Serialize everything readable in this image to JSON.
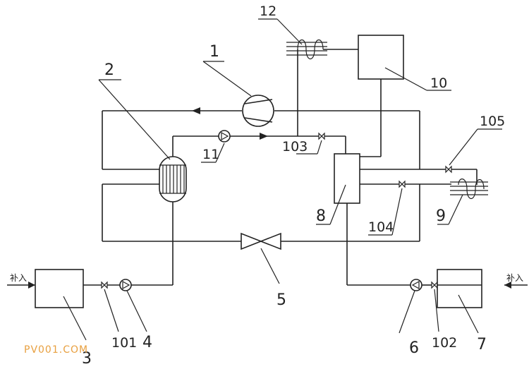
{
  "labels": {
    "l1": "1",
    "l2": "2",
    "l3": "3",
    "l4": "4",
    "l5": "5",
    "l6": "6",
    "l7": "7",
    "l8": "8",
    "l9": "9",
    "l10": "10",
    "l11": "11",
    "l12": "12",
    "l101": "101",
    "l102": "102",
    "l103": "103",
    "l104": "104",
    "l105": "105"
  },
  "inlet_left": "补入",
  "inlet_right": "补入",
  "watermark": "PV001.COM"
}
